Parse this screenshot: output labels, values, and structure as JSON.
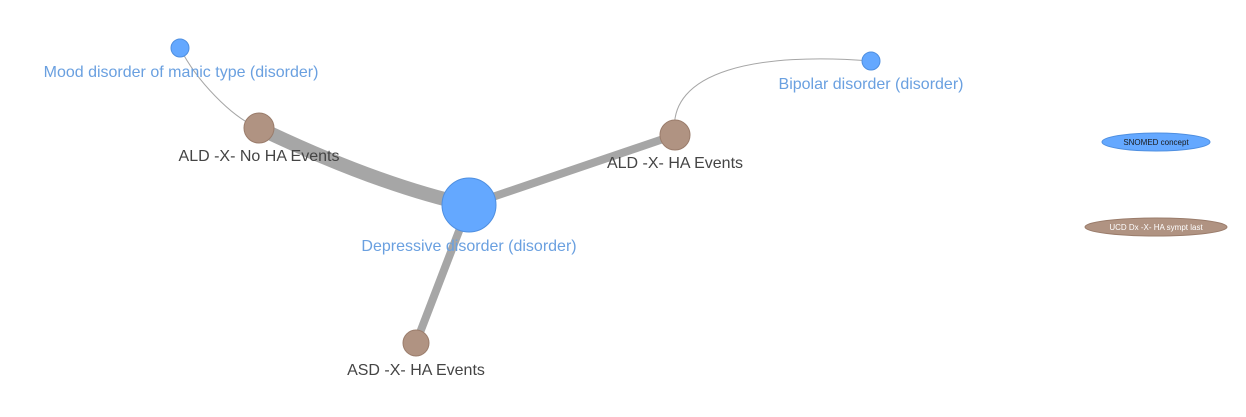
{
  "graph": {
    "colors": {
      "snomed_node": "#64a8ff",
      "snomed_node_stroke": "#4f8fe0",
      "snomed_label": "#6aa0e0",
      "ucd_node": "#b09382",
      "ucd_node_stroke": "#9a7c6b",
      "ucd_label": "#444444",
      "edge": "#a6a6a6",
      "legend_text_dark": "#1a1a1a",
      "legend_text_light": "#ffffff"
    },
    "nodes": {
      "depressive": {
        "label": "Depressive disorder (disorder)",
        "category": "snomed"
      },
      "mood_manic": {
        "label": "Mood disorder of manic type (disorder)",
        "category": "snomed"
      },
      "bipolar": {
        "label": "Bipolar disorder (disorder)",
        "category": "snomed"
      },
      "ald_no_ha": {
        "label": "ALD -X- No HA Events",
        "category": "ucd"
      },
      "ald_ha": {
        "label": "ALD -X- HA Events",
        "category": "ucd"
      },
      "asd_ha": {
        "label": "ASD -X- HA Events",
        "category": "ucd"
      }
    },
    "edges": [
      {
        "source": "ald_no_ha",
        "target": "depressive",
        "weight": "heavy"
      },
      {
        "source": "ald_ha",
        "target": "depressive",
        "weight": "medium"
      },
      {
        "source": "asd_ha",
        "target": "depressive",
        "weight": "medium"
      },
      {
        "source": "ald_no_ha",
        "target": "mood_manic",
        "weight": "thin"
      },
      {
        "source": "ald_ha",
        "target": "bipolar",
        "weight": "thin"
      }
    ]
  },
  "legend": {
    "items": [
      {
        "label": "SNOMED concept",
        "category": "snomed"
      },
      {
        "label": "UCD Dx -X- HA sympt last",
        "category": "ucd"
      }
    ]
  }
}
